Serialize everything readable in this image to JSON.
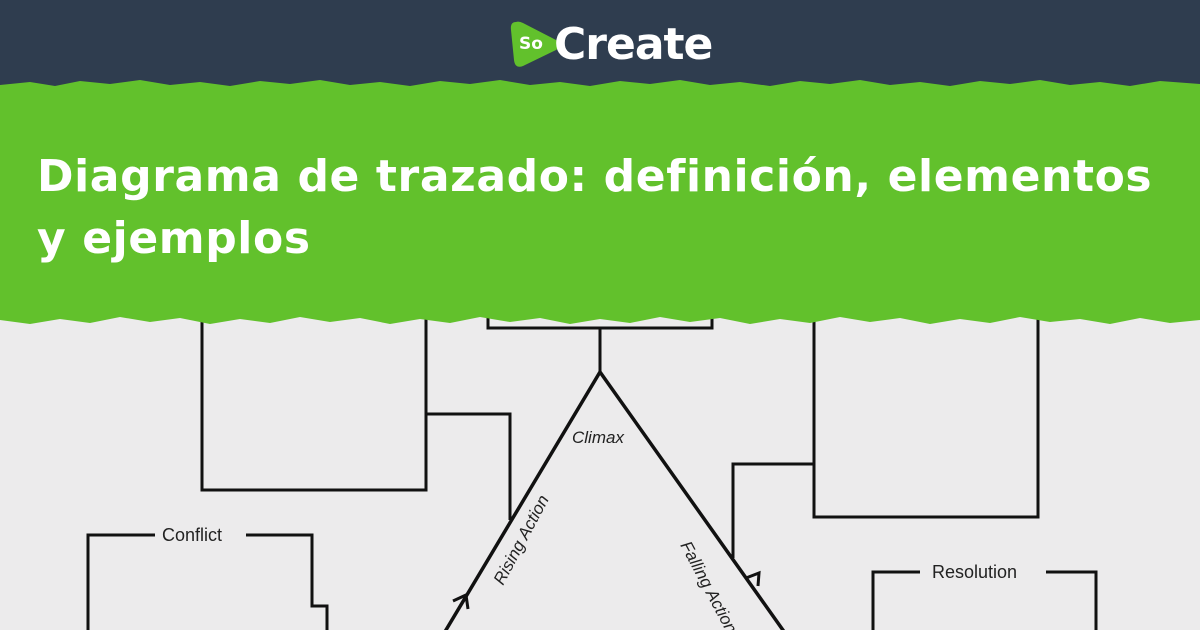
{
  "brand": {
    "logo_prefix": "So",
    "logo_word": "Create",
    "logo_color": "#62c12c"
  },
  "banner": {
    "title": "Diagrama de trazado: definición, elementos y ejemplos",
    "background": "#62c12c",
    "header_background": "#2f3d4f"
  },
  "diagram": {
    "labels": {
      "climax": "Climax",
      "rising_action": "Rising Action",
      "falling_action": "Falling Action",
      "conflict": "Conflict",
      "resolution": "Resolution"
    }
  }
}
